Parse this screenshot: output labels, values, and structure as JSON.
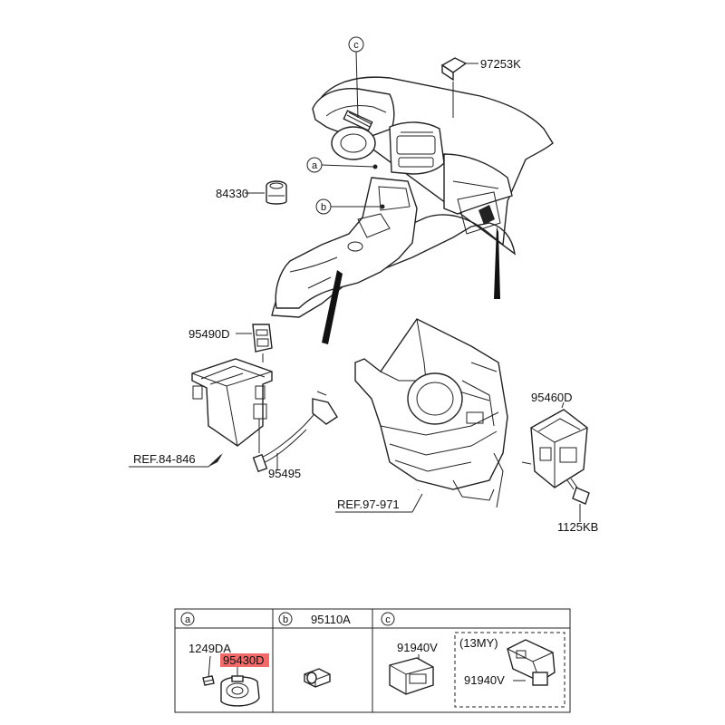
{
  "labels": {
    "p97253k": "97253K",
    "p84330": "84330",
    "p95490d": "95490D",
    "ref84846": "REF.84-846",
    "p95495": "95495",
    "p95460d": "95460D",
    "ref97971": "REF.97-971",
    "p1125kb": "1125KB"
  },
  "callouts": {
    "a": "a",
    "b": "b",
    "c": "c"
  },
  "table": {
    "col_a": {
      "letter": "a",
      "parts": [
        "1249DA",
        "95430D"
      ],
      "highlight_part": "95430D"
    },
    "col_b": {
      "letter": "b",
      "header_part": "95110A"
    },
    "col_c": {
      "letter": "c",
      "left_part": "91940V",
      "variant_label": "(13MY)",
      "variant_part": "91940V"
    }
  },
  "colors": {
    "highlight": "#f06a6a",
    "line": "#222222"
  }
}
